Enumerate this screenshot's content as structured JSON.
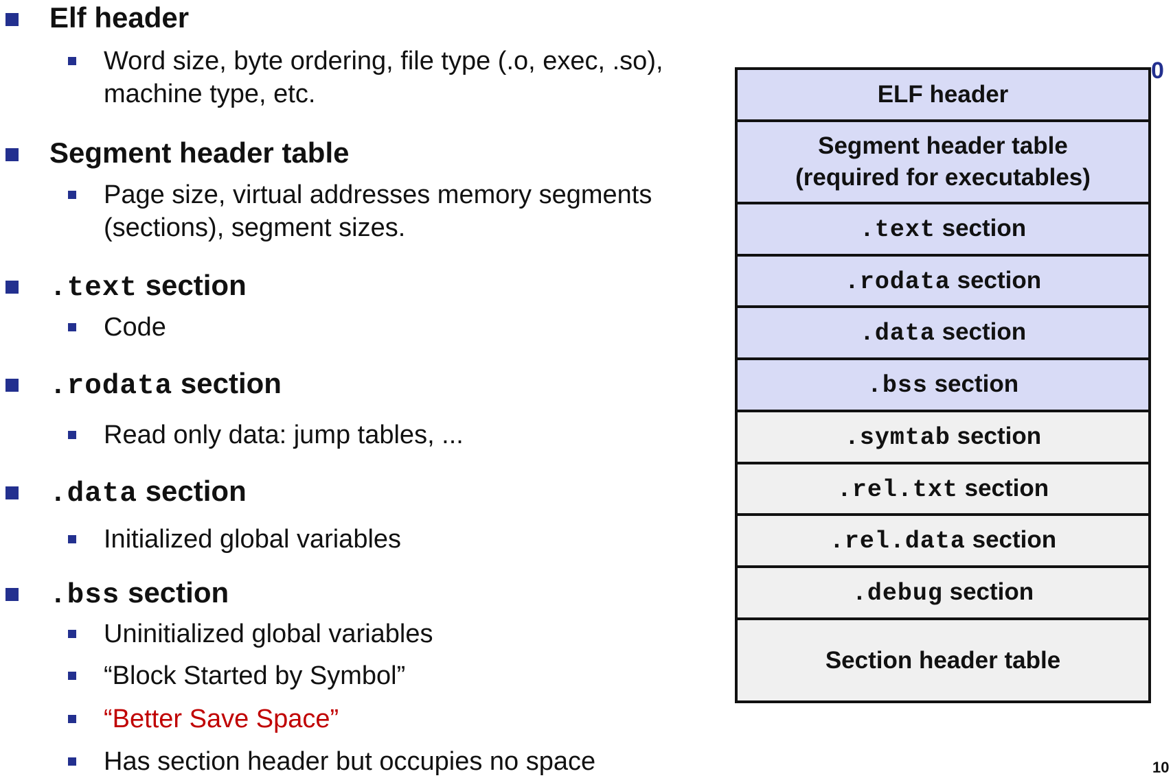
{
  "bullets": [
    {
      "mono": "",
      "text": "Elf header",
      "sub": [
        {
          "text": "Word size, byte ordering, file type (.o, exec, .so), machine type, etc."
        }
      ]
    },
    {
      "mono": "",
      "text": "Segment header table",
      "sub": [
        {
          "text": "Page size, virtual addresses memory segments (sections), segment sizes."
        }
      ]
    },
    {
      "mono": ".text",
      "text": "section",
      "sub": [
        {
          "text": "Code"
        }
      ]
    },
    {
      "mono": ".rodata",
      "text": "section",
      "sub": [
        {
          "text": "Read only data: jump tables, ..."
        }
      ]
    },
    {
      "mono": ".data",
      "text": "section",
      "sub": [
        {
          "text": "Initialized global variables"
        }
      ]
    },
    {
      "mono": ".bss",
      "text": "section",
      "sub": [
        {
          "text": "Uninitialized global variables"
        },
        {
          "text": "“Block Started by Symbol”"
        },
        {
          "text": "“Better Save Space”",
          "highlight": true
        },
        {
          "text": "Has section header but occupies no space"
        }
      ]
    }
  ],
  "diagram": {
    "offset_label": "0",
    "sections": [
      {
        "mono": "",
        "text": "ELF header",
        "style": "blue"
      },
      {
        "mono": "",
        "text": "Segment header table\n(required for executables)",
        "style": "blue"
      },
      {
        "mono": ".text",
        "text": "section",
        "style": "blue"
      },
      {
        "mono": ".rodata",
        "text": "section",
        "style": "blue"
      },
      {
        "mono": ".data",
        "text": "section",
        "style": "blue"
      },
      {
        "mono": ".bss",
        "text": "section",
        "style": "blue"
      },
      {
        "mono": ".symtab",
        "text": "section",
        "style": "gray"
      },
      {
        "mono": ".rel.txt",
        "text": "section",
        "style": "gray"
      },
      {
        "mono": ".rel.data",
        "text": "section",
        "style": "gray"
      },
      {
        "mono": ".debug",
        "text": "section",
        "style": "gray"
      },
      {
        "mono": "",
        "text": "Section header table",
        "style": "gray"
      }
    ]
  },
  "page_number": "10",
  "colors": {
    "bullet": "#23308f",
    "highlight": "#c00000",
    "blue_fill": "#d8dbf6",
    "gray_fill": "#f0f0f0"
  }
}
